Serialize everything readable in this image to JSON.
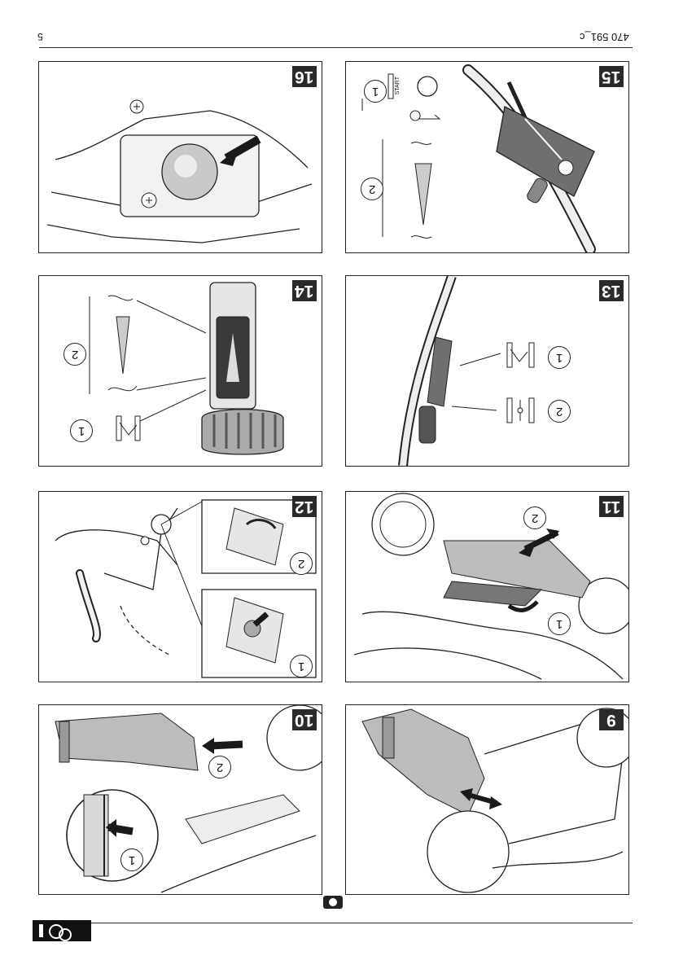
{
  "header": {
    "doc_code": "470 591_c",
    "page_number": "5"
  },
  "panels": [
    {
      "id": "16",
      "label": "16"
    },
    {
      "id": "15",
      "label": "15",
      "callouts": [
        "1",
        "2"
      ],
      "start_text": "START"
    },
    {
      "id": "14",
      "label": "14",
      "callouts": [
        "1",
        "2"
      ]
    },
    {
      "id": "13",
      "label": "13",
      "callouts": [
        "1",
        "2"
      ]
    },
    {
      "id": "12",
      "label": "12",
      "callouts": [
        "1",
        "2"
      ]
    },
    {
      "id": "11",
      "label": "11",
      "callouts": [
        "1",
        "2"
      ]
    },
    {
      "id": "10",
      "label": "10",
      "callouts": [
        "1",
        "2"
      ]
    },
    {
      "id": "9",
      "label": "9"
    }
  ]
}
